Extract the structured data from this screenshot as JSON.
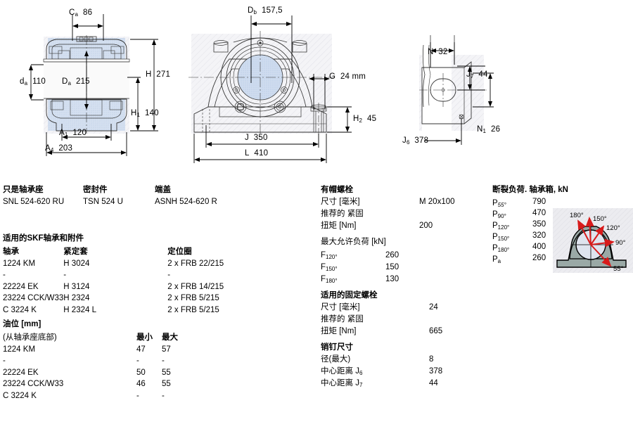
{
  "drawings": {
    "left": {
      "name": "sectional-side-view",
      "dims": [
        {
          "label": "C",
          "sub": "a",
          "value": "86"
        },
        {
          "label": "d",
          "sub": "a",
          "value": "110"
        },
        {
          "label": "D",
          "sub": "a",
          "value": "215"
        },
        {
          "label": "H",
          "sub": "",
          "value": "271"
        },
        {
          "label": "H",
          "sub": "1",
          "value": "140"
        },
        {
          "label": "A",
          "sub": "1",
          "value": "120"
        },
        {
          "label": "A",
          "sub": "4",
          "value": "203"
        }
      ]
    },
    "middle": {
      "name": "front-elevation-view",
      "dims": [
        {
          "label": "D",
          "sub": "b",
          "value": "157,5"
        },
        {
          "label": "G",
          "sub": "",
          "value": "24 mm"
        },
        {
          "label": "H",
          "sub": "2",
          "value": "45"
        },
        {
          "label": "J",
          "sub": "",
          "value": "350"
        },
        {
          "label": "L",
          "sub": "",
          "value": "410"
        }
      ]
    },
    "right": {
      "name": "foot-detail-view",
      "dims": [
        {
          "label": "N",
          "sub": "",
          "value": "32"
        },
        {
          "label": "J",
          "sub": "7",
          "value": "44"
        },
        {
          "label": "N",
          "sub": "1",
          "value": "26"
        },
        {
          "label": "J",
          "sub": "6",
          "value": "378"
        }
      ]
    }
  },
  "designations": {
    "housing": {
      "title": "只是轴承座",
      "value": "SNL 524-620 RU"
    },
    "seals": {
      "title": "密封件",
      "value": "TSN 524 U"
    },
    "endcover": {
      "title": "端盖",
      "value": "ASNH 524-620 R"
    }
  },
  "bearings_section": {
    "title": "适用的SKF轴承和附件",
    "headers": [
      "轴承",
      "紧定套",
      "定位圈"
    ],
    "rows": [
      [
        "1224 KM",
        "H 3024",
        "2 x FRB 22/215"
      ],
      [
        "-",
        "-",
        "-"
      ],
      [
        "22224 EK",
        "H 3124",
        "2 x FRB 14/215"
      ],
      [
        "23224 CCK/W33",
        "H 2324",
        "2 x FRB 5/215"
      ],
      [
        "C 3224 K",
        "H 2324 L",
        "2 x FRB 5/215"
      ]
    ]
  },
  "oil_level_section": {
    "title": "油位 [mm]",
    "subtitle": "(从轴承座底部)",
    "headers": [
      "最小",
      "最大"
    ],
    "rows": [
      [
        "1224 KM",
        "47",
        "57"
      ],
      [
        "-",
        "-",
        "-"
      ],
      [
        "22224 EK",
        "50",
        "55"
      ],
      [
        "23224 CCK/W33",
        "46",
        "55"
      ],
      [
        "C 3224 K",
        "-",
        "-"
      ]
    ]
  },
  "cap_bolts_section": {
    "title": "有帽螺栓",
    "size_label": "尺寸 [毫米]",
    "size_value": "M 20x100",
    "torque_label_1": "推荐的 紧固",
    "torque_label_2": "扭矩 [Nm]",
    "torque_value": "200",
    "max_load_title": "最大允许负荷 [kN]",
    "max_load_rows": [
      {
        "sym": "F",
        "sub": "120°",
        "value": "260"
      },
      {
        "sym": "F",
        "sub": "150°",
        "value": "150"
      },
      {
        "sym": "F",
        "sub": "180°",
        "value": "130"
      }
    ]
  },
  "attach_bolts_section": {
    "title": "适用的固定螺栓",
    "size_label": "尺寸 [毫米]",
    "size_value": "24",
    "torque_label_1": "推荐的 紧固",
    "torque_label_2": "扭矩 [Nm]",
    "torque_value": "665"
  },
  "dowel_section": {
    "title": "销钉尺寸",
    "rows": [
      {
        "label": "径(最大)",
        "sub": "",
        "value": "8"
      },
      {
        "label": "中心距离 J",
        "sub": "6",
        "value": "378"
      },
      {
        "label": "中心距离 J",
        "sub": "7",
        "value": "44"
      }
    ]
  },
  "breaking_load_section": {
    "title": "断裂负荷. 轴承箱, kN",
    "rows": [
      {
        "sym": "P",
        "sub": "55°",
        "value": "790"
      },
      {
        "sym": "P",
        "sub": "90°",
        "value": "470"
      },
      {
        "sym": "P",
        "sub": "120°",
        "value": "350"
      },
      {
        "sym": "P",
        "sub": "150°",
        "value": "320"
      },
      {
        "sym": "P",
        "sub": "180°",
        "value": "400"
      },
      {
        "sym": "P",
        "sub": "a",
        "value": "260"
      }
    ],
    "diagram_angles": [
      "180°",
      "150°",
      "120°",
      "90°",
      "55°"
    ]
  },
  "colors": {
    "section_fill": "#c8d8ec",
    "hatch_bg": "#f2f2f6",
    "line": "#000000",
    "arrow_red": "#dd1111",
    "thumb_fill": "#9aa9a6"
  }
}
